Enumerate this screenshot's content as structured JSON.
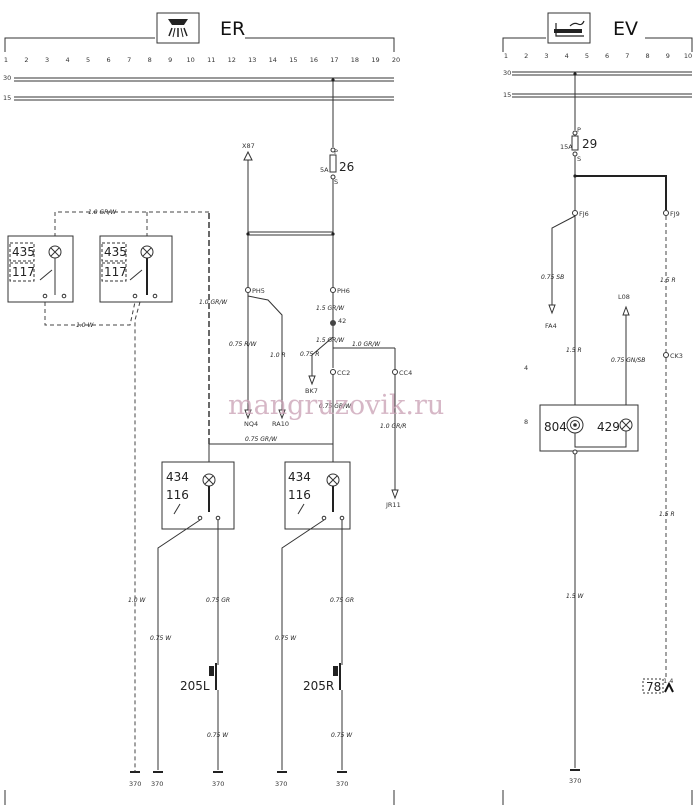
{
  "pages": {
    "er": {
      "title": "ER",
      "icon": "ceiling-light-icon",
      "cols": [
        "1",
        "2",
        "3",
        "4",
        "5",
        "6",
        "7",
        "8",
        "9",
        "10",
        "11",
        "12",
        "13",
        "14",
        "15",
        "16",
        "17",
        "18",
        "19",
        "20"
      ]
    },
    "ev": {
      "title": "EV",
      "icon": "cigar-lighter-icon",
      "cols": [
        "1",
        "2",
        "3",
        "4",
        "5",
        "6",
        "7",
        "8",
        "9",
        "10"
      ]
    }
  },
  "rails": {
    "r30": "30",
    "r15": "15"
  },
  "fuses": {
    "f26": {
      "num": "26",
      "rating": "5A",
      "p": "P",
      "s": "S"
    },
    "f29": {
      "num": "29",
      "rating": "15A",
      "p": "P",
      "s": "S"
    }
  },
  "connectors": {
    "x87": "X87",
    "ph5": "PH5",
    "ph6": "PH6",
    "n42": "42",
    "cc2": "CC2",
    "cc4": "CC4",
    "bk7": "BK7",
    "nq4": "NQ4",
    "ra10": "RA10",
    "jr11": "JR11",
    "fj6": "FJ6",
    "fj9": "FJ9",
    "fa4": "FA4",
    "l08": "L08",
    "ck3": "CK3",
    "n4": "4",
    "n8": "8"
  },
  "components": {
    "c435a": "435",
    "c117a": "117",
    "c435b": "435",
    "c117b": "117",
    "c434a": "434",
    "c116a": "116",
    "c434b": "434",
    "c116b": "116",
    "c205l": "205L",
    "c205r": "205R",
    "c804": "804",
    "c429": "429",
    "c78": "78",
    "c78sup": "1 4"
  },
  "wires": {
    "w1": "1.0 GR/W",
    "w2": "1.0 W",
    "w3": "1.0 GR/W",
    "w4": "0.75 R/W",
    "w5": "1.0 R",
    "w6": "1.5 GR/W",
    "w7": "1.5 GR/W",
    "w8": "0.75 R",
    "w9": "1.0 GR/W",
    "w10": "1.0 GR/R",
    "w11": "0.75 GR/W",
    "w12": "0.75 GR/W",
    "w13": "1.0 W",
    "w14": "0.75 W",
    "w15": "0.75 GR",
    "w16": "0.75 W",
    "w17": "0.75 GR",
    "w18": "0.75 W",
    "w19": "0.75 W",
    "w20": "0.75 SB",
    "w21": "1.5 R",
    "w22": "1.5 R",
    "w23": "0.75 GN/SB",
    "w24": "1.5 R",
    "w25": "1.5 W"
  },
  "grounds": {
    "g1": "370",
    "g2": "370",
    "g3": "370",
    "g4": "370",
    "g5": "370",
    "g6": "370"
  },
  "watermark": "mangruzovik.ru"
}
